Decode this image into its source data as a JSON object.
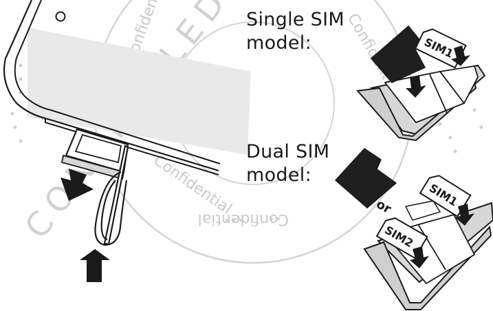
{
  "captions": {
    "single": {
      "line1": "Single SIM",
      "line2": "model:"
    },
    "dual": {
      "line1": "Dual SIM",
      "line2": "model:"
    }
  },
  "labels": {
    "sim1_single": "SIM1",
    "sim1_dual": "SIM1",
    "sim2_dual": "SIM2",
    "or": "or"
  },
  "watermark": {
    "confidential": "Confidential",
    "controlled_copy": "CONTROLLED COPY"
  },
  "colors": {
    "line": "#1a1a1a",
    "card": "#1f1f1f",
    "tray_fill": "#d7d7d7",
    "sheen": "#e9e9e9",
    "watermark": "#c9c9c9"
  },
  "icons": [
    "phone-outline",
    "sim-tray",
    "eject-pin",
    "down-arrow-icon",
    "up-arrow-icon",
    "microsd-card",
    "sim-card"
  ]
}
